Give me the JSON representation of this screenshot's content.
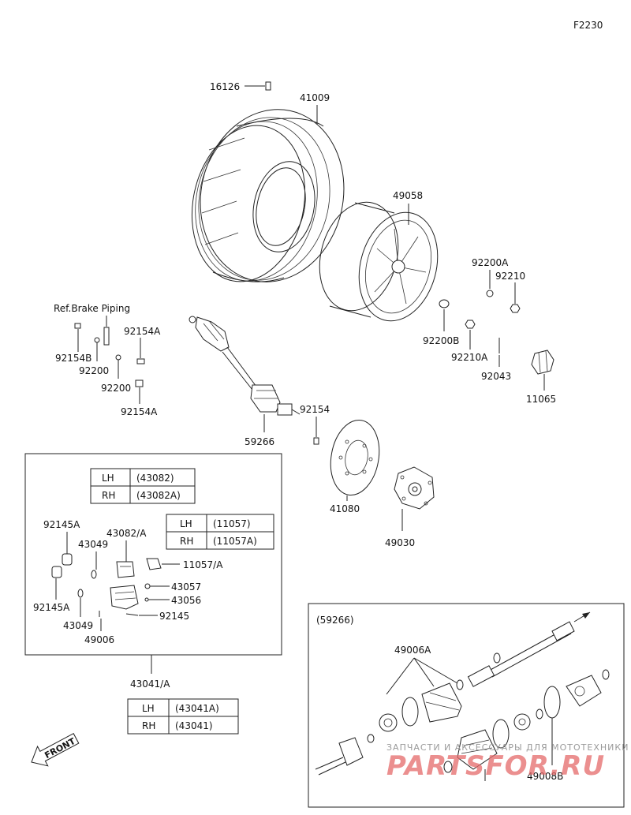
{
  "figure_code": "F2230",
  "labels": {
    "p16126": "16126",
    "p41009": "41009",
    "p49058": "49058",
    "p92200A": "92200A",
    "p92210": "92210",
    "p92200B": "92200B",
    "p92210A": "92210A",
    "p92043": "92043",
    "p11065": "11065",
    "ref_brake": "Ref.Brake Piping",
    "p92154B": "92154B",
    "p92200_a": "92200",
    "p92200_b": "92200",
    "p92154A_a": "92154A",
    "p92154A_b": "92154A",
    "p92154": "92154",
    "p59266": "59266",
    "p41080": "41080",
    "p49030": "49030",
    "p92145A_a": "92145A",
    "p43049_a": "43049",
    "p43082A": "43082/A",
    "p11057A": "11057/A",
    "p92145A_b": "92145A",
    "p43057": "43057",
    "p43056": "43056",
    "p43049_b": "43049",
    "p92145": "92145",
    "p49006": "49006",
    "p43041A": "43041/A",
    "inset_title": "(59266)",
    "p49006A": "49006A",
    "p49008B": "49008B",
    "front": "FRONT"
  },
  "tables": {
    "t43082": {
      "rows": [
        [
          "LH",
          "(43082)"
        ],
        [
          "RH",
          "(43082A)"
        ]
      ]
    },
    "t11057": {
      "rows": [
        [
          "LH",
          "(11057)"
        ],
        [
          "RH",
          "(11057A)"
        ]
      ]
    },
    "t43041": {
      "rows": [
        [
          "LH",
          "(43041A)"
        ],
        [
          "RH",
          "(43041)"
        ]
      ]
    }
  },
  "watermark": {
    "line1": "ЗАПЧАСТИ И АКСЕССУАРЫ ДЛЯ МОТОТЕХНИКИ",
    "line2": "PARTSFOR.RU"
  }
}
